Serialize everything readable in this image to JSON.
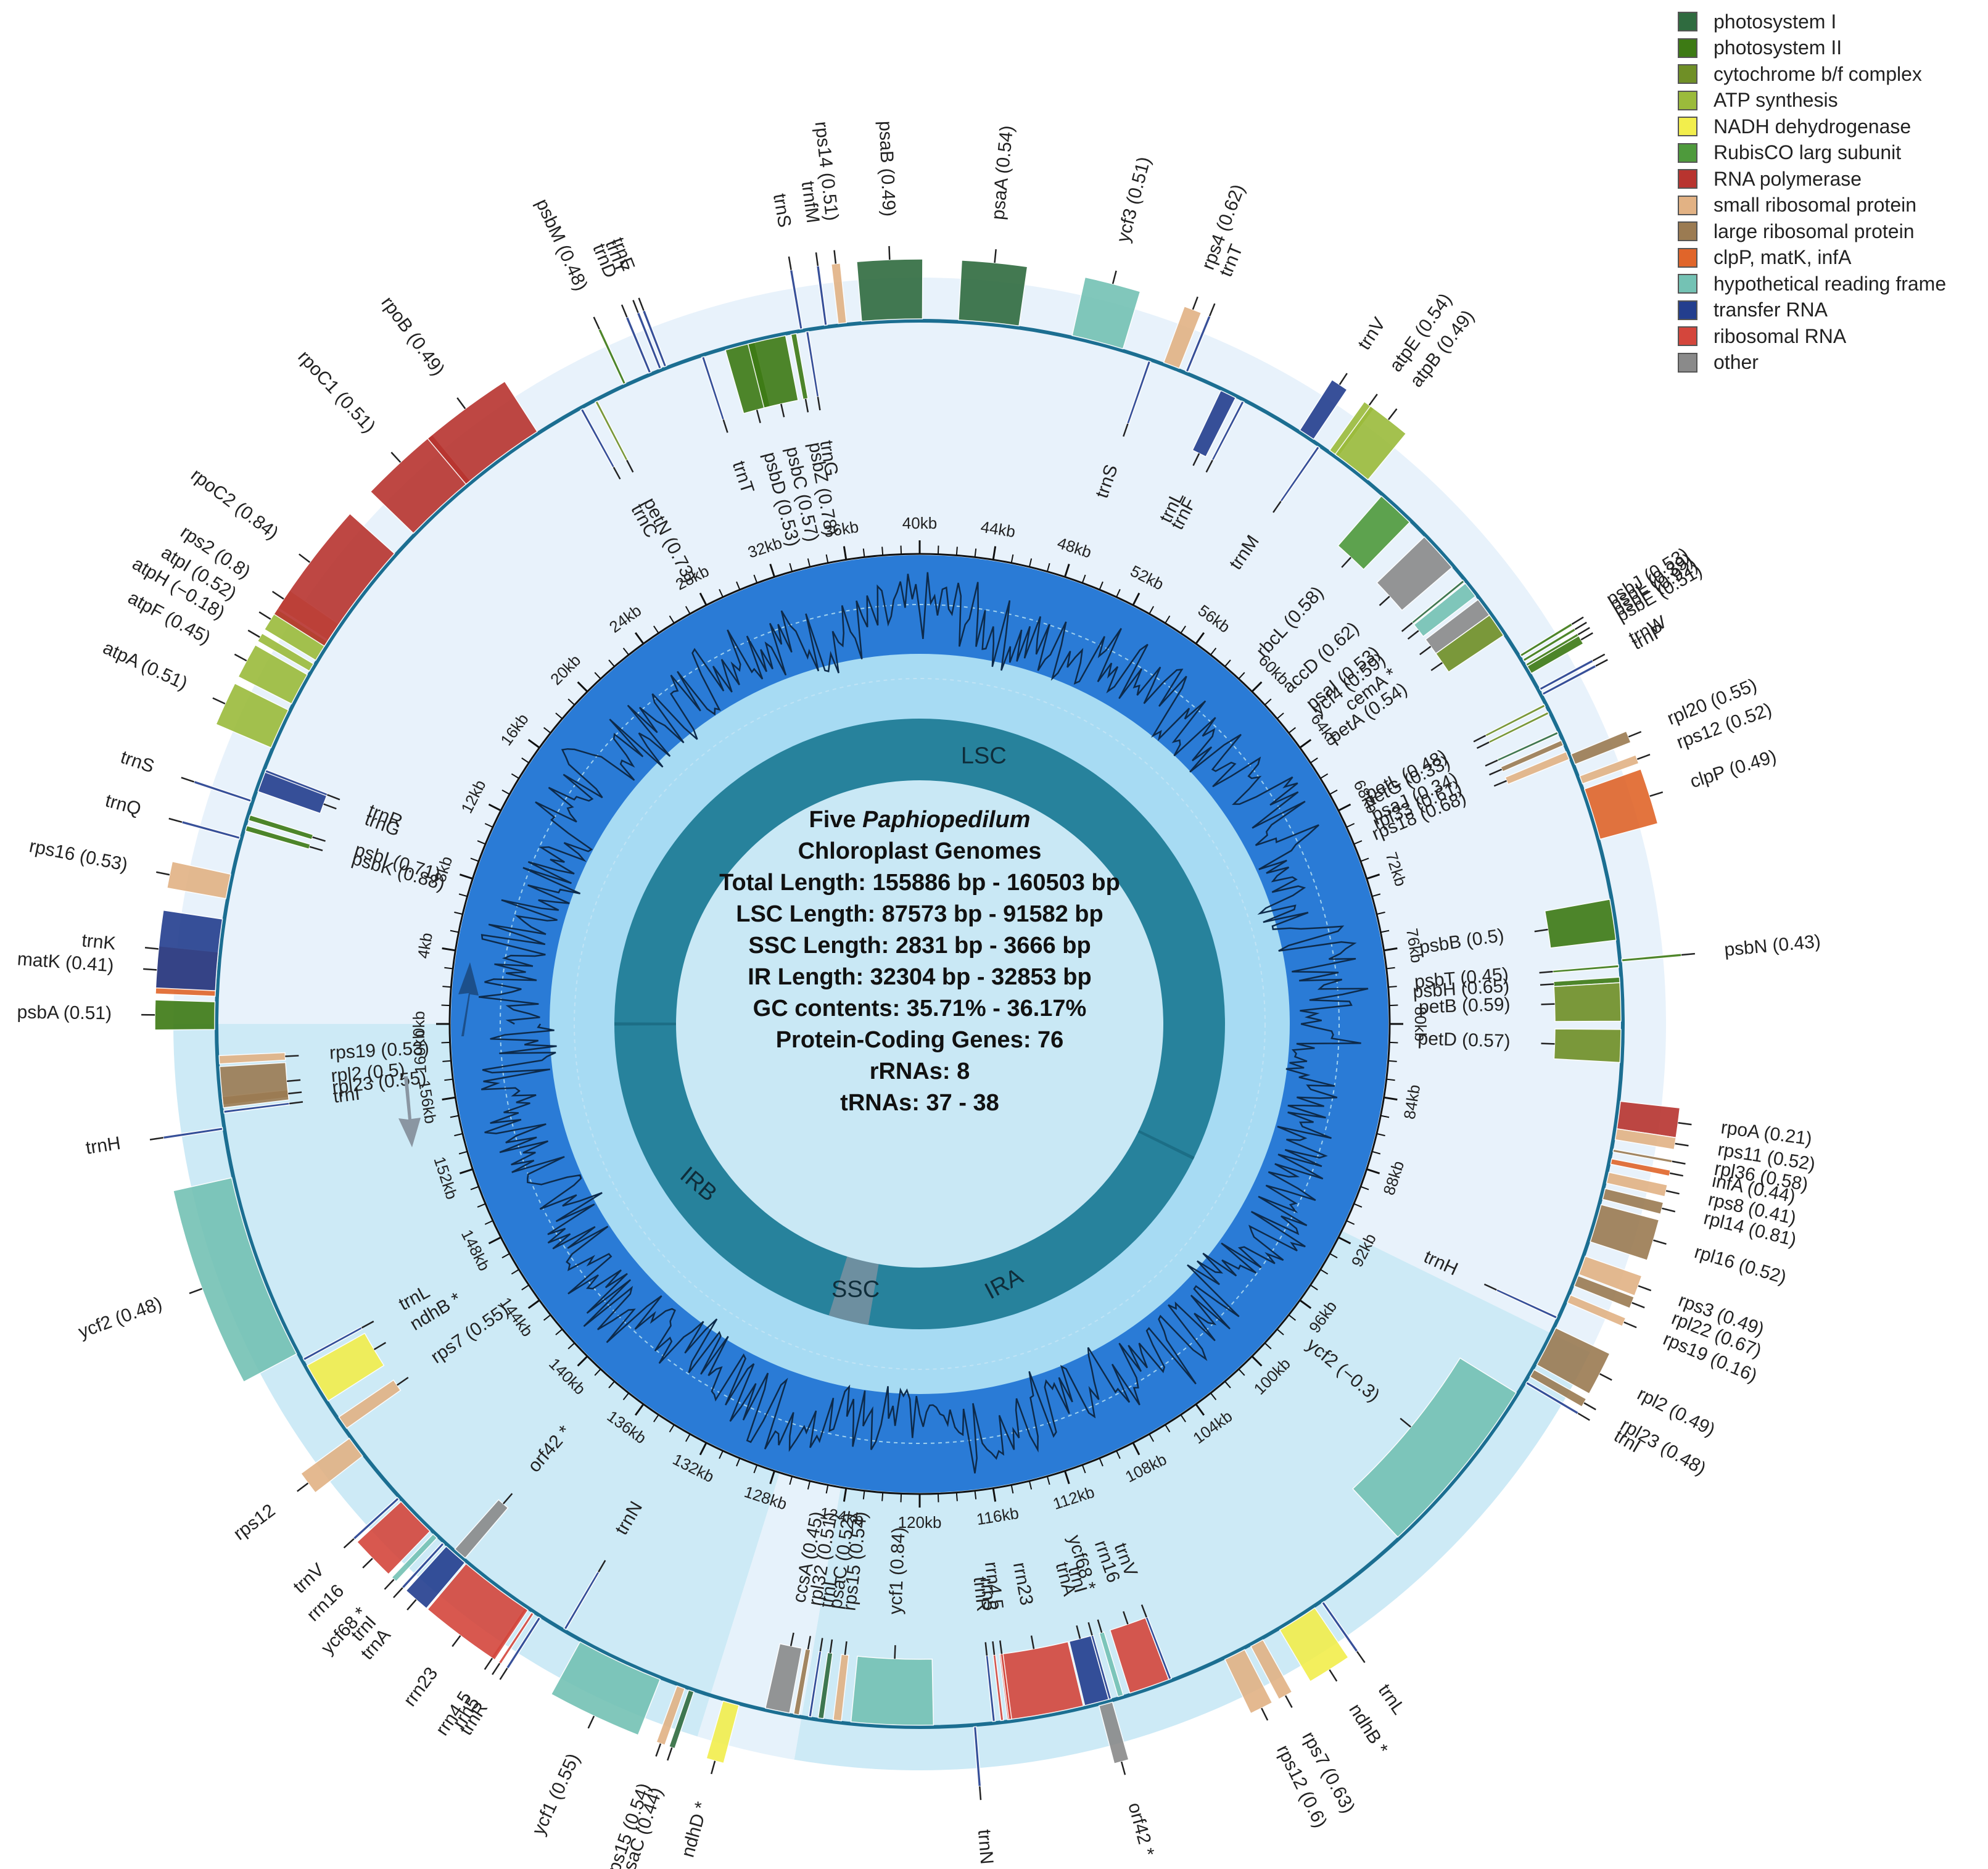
{
  "legend": [
    {
      "label": "photosystem I",
      "color": "#2f6b3f"
    },
    {
      "label": "photosystem II",
      "color": "#3d7a14"
    },
    {
      "label": "cytochrome b/f complex",
      "color": "#6f8f26"
    },
    {
      "label": "ATP synthesis",
      "color": "#9bbb3b"
    },
    {
      "label": "NADH dehydrogenase",
      "color": "#f2ee4c"
    },
    {
      "label": "RubisCO larg subunit",
      "color": "#4e9a3c"
    },
    {
      "label": "RNA polymerase",
      "color": "#b8342f"
    },
    {
      "label": "small ribosomal protein",
      "color": "#e2b284"
    },
    {
      "label": "large ribosomal protein",
      "color": "#9b7b52"
    },
    {
      "label": "clpP, matK, infA",
      "color": "#e0652a"
    },
    {
      "label": "hypothetical reading frame",
      "color": "#74c2b4"
    },
    {
      "label": "transfer RNA",
      "color": "#233e8e"
    },
    {
      "label": "ribosomal RNA",
      "color": "#d4463c"
    },
    {
      "label": "other",
      "color": "#8a8a8a"
    }
  ],
  "center": {
    "line1_prefix": "Five ",
    "line1_italic": "Paphiopedilum",
    "line2": "Chloroplast Genomes",
    "total_length": "Total Length: 155886 bp - 160503 bp",
    "lsc_length": "LSC Length: 87573 bp - 91582 bp",
    "ssc_length": "SSC Length: 2831 bp - 3666 bp",
    "ir_length": "IR Length: 32304 bp - 32853 bp",
    "gc": "GC contents: 35.71% - 36.17%",
    "pcg": "Protein-Coding Genes: 76",
    "rrna": "rRNAs: 8",
    "trna": "tRNAs: 37 - 38"
  },
  "regions": {
    "lsc": "LSC",
    "ssc": "SSC",
    "ira": "IRA",
    "irb": "IRB"
  },
  "genome_length_kb": 160,
  "region_spans_kb": {
    "lsc": [
      0,
      91.6
    ],
    "ira": [
      91.6,
      124.3
    ],
    "ssc": [
      124.3,
      127.7
    ],
    "irb": [
      127.7,
      160
    ]
  },
  "tick_labels": [
    "0kb",
    "4kb",
    "8kb",
    "12kb",
    "16kb",
    "20kb",
    "24kb",
    "28kb",
    "32kb",
    "36kb",
    "40kb",
    "44kb",
    "48kb",
    "52kb",
    "56kb",
    "60kb",
    "64kb",
    "68kb",
    "72kb",
    "76kb",
    "80kb",
    "84kb",
    "88kb",
    "92kb",
    "96kb",
    "100kb",
    "104kb",
    "108kb",
    "112kb",
    "116kb",
    "120kb",
    "124kb",
    "128kb",
    "132kb",
    "136kb",
    "140kb",
    "144kb",
    "148kb",
    "152kb",
    "156kb",
    "160kb"
  ],
  "genes": [
    {
      "label": "psbA (0.51)",
      "pos": 0.3,
      "len": 1.0,
      "strand": "out",
      "color": "#3d7a14"
    },
    {
      "label": "matK (0.41)",
      "pos": 1.8,
      "len": 1.6,
      "strand": "out",
      "color": "#e0652a"
    },
    {
      "label": "trnK",
      "pos": 2.5,
      "len": 2.6,
      "strand": "out",
      "color": "#233e8e"
    },
    {
      "label": "rps16 (0.53)",
      "pos": 5.0,
      "len": 0.9,
      "strand": "out",
      "color": "#e2b284"
    },
    {
      "label": "trnQ",
      "pos": 6.8,
      "len": 0.1,
      "strand": "out",
      "color": "#233e8e"
    },
    {
      "label": "psbK (0.88)",
      "pos": 7.2,
      "len": 0.2,
      "strand": "in",
      "color": "#3d7a14"
    },
    {
      "label": "psbI (0.71)",
      "pos": 7.6,
      "len": 0.2,
      "strand": "in",
      "color": "#3d7a14"
    },
    {
      "label": "trnS",
      "pos": 8.2,
      "len": 0.1,
      "strand": "out",
      "color": "#233e8e"
    },
    {
      "label": "trnG",
      "pos": 9.0,
      "len": 0.8,
      "strand": "in",
      "color": "#233e8e"
    },
    {
      "label": "trnR",
      "pos": 9.4,
      "len": 0.1,
      "strand": "in",
      "color": "#233e8e"
    },
    {
      "label": "atpA (0.51)",
      "pos": 11.0,
      "len": 1.5,
      "strand": "out",
      "color": "#9bbb3b"
    },
    {
      "label": "atpF (0.45)",
      "pos": 12.6,
      "len": 1.2,
      "strand": "out",
      "color": "#9bbb3b"
    },
    {
      "label": "atpH (−0.18)",
      "pos": 13.5,
      "len": 0.3,
      "strand": "out",
      "color": "#9bbb3b"
    },
    {
      "label": "atpI (0.52)",
      "pos": 14.2,
      "len": 0.8,
      "strand": "out",
      "color": "#9bbb3b"
    },
    {
      "label": "rps2 (0.8)",
      "pos": 15.0,
      "len": 0.7,
      "strand": "out",
      "color": "#e2b284"
    },
    {
      "label": "rpoC2 (0.84)",
      "pos": 16.5,
      "len": 4.2,
      "strand": "out",
      "color": "#b8342f"
    },
    {
      "label": "rpoC1 (0.51)",
      "pos": 21.0,
      "len": 2.8,
      "strand": "out",
      "color": "#b8342f"
    },
    {
      "label": "rpoB (0.49)",
      "pos": 23.8,
      "len": 3.2,
      "strand": "out",
      "color": "#b8342f"
    },
    {
      "label": "trnC",
      "pos": 27.2,
      "len": 0.1,
      "strand": "in",
      "color": "#233e8e"
    },
    {
      "label": "petN (0.73)",
      "pos": 27.8,
      "len": 0.1,
      "strand": "in",
      "color": "#6f8f26"
    },
    {
      "label": "psbM (0.48)",
      "pos": 29.0,
      "len": 0.1,
      "strand": "out",
      "color": "#3d7a14"
    },
    {
      "label": "trnD",
      "pos": 30.0,
      "len": 0.1,
      "strand": "out",
      "color": "#233e8e"
    },
    {
      "label": "trnY",
      "pos": 30.4,
      "len": 0.1,
      "strand": "out",
      "color": "#233e8e"
    },
    {
      "label": "trnE",
      "pos": 30.6,
      "len": 0.1,
      "strand": "out",
      "color": "#233e8e"
    },
    {
      "label": "trnT",
      "pos": 32.0,
      "len": 0.1,
      "strand": "in",
      "color": "#233e8e"
    },
    {
      "label": "psbD (0.53)",
      "pos": 33.4,
      "len": 1.1,
      "strand": "in",
      "color": "#3d7a14"
    },
    {
      "label": "psbC (0.57)",
      "pos": 34.4,
      "len": 1.4,
      "strand": "in",
      "color": "#3d7a14"
    },
    {
      "label": "trnS",
      "pos": 35.7,
      "len": 0.1,
      "strand": "out",
      "color": "#233e8e"
    },
    {
      "label": "psbZ (0.78)",
      "pos": 35.4,
      "len": 0.2,
      "strand": "in",
      "color": "#3d7a14"
    },
    {
      "label": "trnG",
      "pos": 35.9,
      "len": 0.1,
      "strand": "in",
      "color": "#233e8e"
    },
    {
      "label": "trnfM",
      "pos": 36.6,
      "len": 0.1,
      "strand": "out",
      "color": "#233e8e"
    },
    {
      "label": "rps14 (0.51)",
      "pos": 37.2,
      "len": 0.3,
      "strand": "out",
      "color": "#e2b284"
    },
    {
      "label": "psaB (0.49)",
      "pos": 39.0,
      "len": 2.2,
      "strand": "out",
      "color": "#2f6b3f"
    },
    {
      "label": "psaA (0.54)",
      "pos": 42.5,
      "len": 2.2,
      "strand": "out",
      "color": "#2f6b3f"
    },
    {
      "label": "ycf3 (0.51)",
      "pos": 46.5,
      "len": 1.9,
      "strand": "out",
      "color": "#74c2b4"
    },
    {
      "label": "trnS",
      "pos": 48.5,
      "len": 0.1,
      "strand": "in",
      "color": "#233e8e"
    },
    {
      "label": "rps4 (0.62)",
      "pos": 49.3,
      "len": 0.6,
      "strand": "out",
      "color": "#e2b284"
    },
    {
      "label": "trnT",
      "pos": 49.9,
      "len": 0.1,
      "strand": "out",
      "color": "#233e8e"
    },
    {
      "label": "trnL",
      "pos": 51.6,
      "len": 0.6,
      "strand": "in",
      "color": "#233e8e"
    },
    {
      "label": "trnF",
      "pos": 52.2,
      "len": 0.1,
      "strand": "in",
      "color": "#233e8e"
    },
    {
      "label": "trnV",
      "pos": 54.8,
      "len": 0.6,
      "strand": "out",
      "color": "#233e8e"
    },
    {
      "label": "trnM",
      "pos": 55.4,
      "len": 0.1,
      "strand": "in",
      "color": "#233e8e"
    },
    {
      "label": "atpE (0.54)",
      "pos": 56.0,
      "len": 0.4,
      "strand": "out",
      "color": "#9bbb3b"
    },
    {
      "label": "atpB (0.49)",
      "pos": 56.8,
      "len": 1.5,
      "strand": "out",
      "color": "#9bbb3b"
    },
    {
      "label": "rbcL (0.58)",
      "pos": 59.0,
      "len": 1.4,
      "strand": "in",
      "color": "#4e9a3c"
    },
    {
      "label": "accD (0.62)",
      "pos": 61.2,
      "len": 1.5,
      "strand": "in",
      "color": "#8a8a8a"
    },
    {
      "label": "psaI (0.53)",
      "pos": 62.6,
      "len": 0.1,
      "strand": "in",
      "color": "#2f6b3f"
    },
    {
      "label": "ycf4 (0.59)",
      "pos": 63.0,
      "len": 0.6,
      "strand": "in",
      "color": "#74c2b4"
    },
    {
      "label": "cemA *",
      "pos": 63.8,
      "len": 0.7,
      "strand": "in",
      "color": "#8a8a8a"
    },
    {
      "label": "petA (0.54)",
      "pos": 64.6,
      "len": 0.9,
      "strand": "in",
      "color": "#6f8f26"
    },
    {
      "label": "psbJ (0.53)",
      "pos": 66.0,
      "len": 0.1,
      "strand": "out",
      "color": "#3d7a14"
    },
    {
      "label": "psbL (0.39)",
      "pos": 66.2,
      "len": 0.1,
      "strand": "out",
      "color": "#3d7a14"
    },
    {
      "label": "psbF (0.92)",
      "pos": 66.4,
      "len": 0.1,
      "strand": "out",
      "color": "#3d7a14"
    },
    {
      "label": "psbE (0.51)",
      "pos": 66.6,
      "len": 0.3,
      "strand": "out",
      "color": "#3d7a14"
    },
    {
      "label": "trnW",
      "pos": 67.4,
      "len": 0.1,
      "strand": "out",
      "color": "#233e8e"
    },
    {
      "label": "trnP",
      "pos": 67.6,
      "len": 0.1,
      "strand": "out",
      "color": "#233e8e"
    },
    {
      "label": "petL (0.48)",
      "pos": 68.0,
      "len": 0.1,
      "strand": "in",
      "color": "#6f8f26"
    },
    {
      "label": "petG (0.33)",
      "pos": 68.3,
      "len": 0.1,
      "strand": "in",
      "color": "#6f8f26"
    },
    {
      "label": "psaJ (0.34)",
      "pos": 69.1,
      "len": 0.1,
      "strand": "in",
      "color": "#2f6b3f"
    },
    {
      "label": "rpl33 (0.61)",
      "pos": 69.5,
      "len": 0.2,
      "strand": "in",
      "color": "#9b7b52"
    },
    {
      "label": "rps18 (0.68)",
      "pos": 70.0,
      "len": 0.3,
      "strand": "in",
      "color": "#e2b284"
    },
    {
      "label": "rpl20 (0.55)",
      "pos": 70.2,
      "len": 0.4,
      "strand": "out",
      "color": "#9b7b52"
    },
    {
      "label": "rps12 (0.52)",
      "pos": 71.0,
      "len": 0.3,
      "strand": "out",
      "color": "#e2b284"
    },
    {
      "label": "clpP (0.49)",
      "pos": 72.3,
      "len": 1.9,
      "strand": "out",
      "color": "#e0652a"
    },
    {
      "label": "psbB (0.5)",
      "pos": 76.2,
      "len": 1.5,
      "strand": "in",
      "color": "#3d7a14"
    },
    {
      "label": "psbN (0.43)",
      "pos": 77.7,
      "len": 0.1,
      "strand": "out",
      "color": "#3d7a14"
    },
    {
      "label": "psbT (0.45)",
      "pos": 77.9,
      "len": 0.1,
      "strand": "in",
      "color": "#3d7a14"
    },
    {
      "label": "psbH (0.65)",
      "pos": 78.4,
      "len": 0.2,
      "strand": "in",
      "color": "#3d7a14"
    },
    {
      "label": "petB (0.59)",
      "pos": 79.2,
      "len": 1.4,
      "strand": "in",
      "color": "#6f8f26"
    },
    {
      "label": "petD (0.57)",
      "pos": 80.8,
      "len": 1.2,
      "strand": "in",
      "color": "#6f8f26"
    },
    {
      "label": "rpoA (0.21)",
      "pos": 83.3,
      "len": 1.0,
      "strand": "out",
      "color": "#b8342f"
    },
    {
      "label": "rps11 (0.52)",
      "pos": 84.0,
      "len": 0.4,
      "strand": "out",
      "color": "#e2b284"
    },
    {
      "label": "rpl36 (0.58)",
      "pos": 84.6,
      "len": 0.1,
      "strand": "out",
      "color": "#9b7b52"
    },
    {
      "label": "infA (0.44)",
      "pos": 85.0,
      "len": 0.2,
      "strand": "out",
      "color": "#e0652a"
    },
    {
      "label": "rps8 (0.41)",
      "pos": 85.6,
      "len": 0.4,
      "strand": "out",
      "color": "#e2b284"
    },
    {
      "label": "rpl14 (0.81)",
      "pos": 86.2,
      "len": 0.4,
      "strand": "out",
      "color": "#9b7b52"
    },
    {
      "label": "rpl16 (0.52)",
      "pos": 87.3,
      "len": 1.4,
      "strand": "out",
      "color": "#9b7b52"
    },
    {
      "label": "rps3 (0.49)",
      "pos": 88.9,
      "len": 0.7,
      "strand": "out",
      "color": "#e2b284"
    },
    {
      "label": "rpl22 (0.67)",
      "pos": 89.5,
      "len": 0.4,
      "strand": "out",
      "color": "#9b7b52"
    },
    {
      "label": "rps19 (0.16)",
      "pos": 90.2,
      "len": 0.3,
      "strand": "out",
      "color": "#e2b284"
    },
    {
      "label": "trnH",
      "pos": 91.0,
      "len": 0.1,
      "strand": "in",
      "color": "#233e8e"
    },
    {
      "label": "rpl2 (0.49)",
      "pos": 92.1,
      "len": 1.5,
      "strand": "out",
      "color": "#9b7b52"
    },
    {
      "label": "rpl23 (0.48)",
      "pos": 93.2,
      "len": 0.3,
      "strand": "out",
      "color": "#9b7b52"
    },
    {
      "label": "trnI",
      "pos": 93.6,
      "len": 0.1,
      "strand": "out",
      "color": "#233e8e"
    },
    {
      "label": "ycf2 (−0.3)",
      "pos": 97.5,
      "len": 6.8,
      "strand": "in",
      "color": "#74c2b4"
    },
    {
      "label": "trnL",
      "pos": 104.5,
      "len": 0.1,
      "strand": "out",
      "color": "#233e8e"
    },
    {
      "label": "ndhB *",
      "pos": 105.6,
      "len": 1.5,
      "strand": "out",
      "color": "#f2ee4c"
    },
    {
      "label": "rps7 (0.63)",
      "pos": 107.3,
      "len": 0.5,
      "strand": "out",
      "color": "#e2b284"
    },
    {
      "label": "rps12 (0.6)",
      "pos": 108.2,
      "len": 0.8,
      "strand": "out",
      "color": "#e2b284"
    },
    {
      "label": "trnV",
      "pos": 110.7,
      "len": 0.1,
      "strand": "in",
      "color": "#233e8e"
    },
    {
      "label": "rrn16",
      "pos": 111.5,
      "len": 1.5,
      "strand": "in",
      "color": "#d4463c"
    },
    {
      "label": "ycf68 *",
      "pos": 112.6,
      "len": 0.2,
      "strand": "in",
      "color": "#74c2b4"
    },
    {
      "label": "trnI",
      "pos": 113.0,
      "len": 0.1,
      "strand": "in",
      "color": "#233e8e"
    },
    {
      "label": "trnA",
      "pos": 113.5,
      "len": 0.9,
      "strand": "in",
      "color": "#233e8e"
    },
    {
      "label": "orf42 *",
      "pos": 113.2,
      "len": 0.5,
      "strand": "out",
      "color": "#8a8a8a"
    },
    {
      "label": "rrn23",
      "pos": 115.4,
      "len": 2.8,
      "strand": "in",
      "color": "#d4463c"
    },
    {
      "label": "rrn4.5",
      "pos": 116.7,
      "len": 0.1,
      "strand": "in",
      "color": "#d4463c"
    },
    {
      "label": "rrn5",
      "pos": 117.0,
      "len": 0.1,
      "strand": "in",
      "color": "#d4463c"
    },
    {
      "label": "trnR",
      "pos": 117.3,
      "len": 0.1,
      "strand": "in",
      "color": "#233e8e"
    },
    {
      "label": "trnN",
      "pos": 118.0,
      "len": 0.1,
      "strand": "out",
      "color": "#233e8e"
    },
    {
      "label": "ycf1 (0.84)",
      "pos": 121.0,
      "len": 3.0,
      "strand": "in",
      "color": "#74c2b4"
    },
    {
      "label": "rps15 (0.54)",
      "pos": 123.0,
      "len": 0.3,
      "strand": "in",
      "color": "#e2b284"
    },
    {
      "label": "psaC (0.52)",
      "pos": 123.6,
      "len": 0.2,
      "strand": "in",
      "color": "#2f6b3f"
    },
    {
      "label": "trnL",
      "pos": 124.0,
      "len": 0.1,
      "strand": "in",
      "color": "#233e8e"
    },
    {
      "label": "rpl32 (0.51)",
      "pos": 124.5,
      "len": 0.2,
      "strand": "in",
      "color": "#9b7b52"
    },
    {
      "label": "ccsA (0.45)",
      "pos": 125.2,
      "len": 0.9,
      "strand": "in",
      "color": "#8a8a8a"
    },
    {
      "label": "ndhD *",
      "pos": 126.9,
      "len": 0.6,
      "strand": "out",
      "color": "#f2ee4c"
    },
    {
      "label": "psaC (0.44)",
      "pos": 128.4,
      "len": 0.2,
      "strand": "out",
      "color": "#2f6b3f"
    },
    {
      "label": "rps15 (0.54)",
      "pos": 128.8,
      "len": 0.3,
      "strand": "out",
      "color": "#e2b284"
    },
    {
      "label": "ycf1 (0.55)",
      "pos": 131.2,
      "len": 3.2,
      "strand": "out",
      "color": "#74c2b4"
    },
    {
      "label": "trnN",
      "pos": 133.5,
      "len": 0.1,
      "strand": "in",
      "color": "#233e8e"
    },
    {
      "label": "trnR",
      "pos": 134.5,
      "len": 0.1,
      "strand": "out",
      "color": "#233e8e"
    },
    {
      "label": "rrn5",
      "pos": 134.8,
      "len": 0.1,
      "strand": "out",
      "color": "#d4463c"
    },
    {
      "label": "rrn4.5",
      "pos": 135.1,
      "len": 0.1,
      "strand": "out",
      "color": "#d4463c"
    },
    {
      "label": "rrn23",
      "pos": 136.4,
      "len": 2.8,
      "strand": "out",
      "color": "#d4463c"
    },
    {
      "label": "orf42 *",
      "pos": 138.2,
      "len": 0.5,
      "strand": "in",
      "color": "#8a8a8a"
    },
    {
      "label": "trnA",
      "pos": 138.3,
      "len": 0.9,
      "strand": "out",
      "color": "#233e8e"
    },
    {
      "label": "trnI",
      "pos": 138.9,
      "len": 0.1,
      "strand": "out",
      "color": "#233e8e"
    },
    {
      "label": "ycf68 *",
      "pos": 139.3,
      "len": 0.2,
      "strand": "out",
      "color": "#74c2b4"
    },
    {
      "label": "rrn16",
      "pos": 140.3,
      "len": 1.5,
      "strand": "out",
      "color": "#d4463c"
    },
    {
      "label": "trnV",
      "pos": 141.2,
      "len": 0.1,
      "strand": "out",
      "color": "#233e8e"
    },
    {
      "label": "rps12",
      "pos": 143.6,
      "len": 0.8,
      "strand": "out",
      "color": "#e2b284"
    },
    {
      "label": "rps7 (0.55)",
      "pos": 144.6,
      "len": 0.5,
      "strand": "in",
      "color": "#e2b284"
    },
    {
      "label": "ndhB *",
      "pos": 146.3,
      "len": 1.5,
      "strand": "in",
      "color": "#f2ee4c"
    },
    {
      "label": "trnL",
      "pos": 147.3,
      "len": 0.1,
      "strand": "in",
      "color": "#233e8e"
    },
    {
      "label": "ycf2 (0.48)",
      "pos": 151.0,
      "len": 6.8,
      "strand": "out",
      "color": "#74c2b4"
    },
    {
      "label": "trnH",
      "pos": 156.2,
      "len": 0.1,
      "strand": "out",
      "color": "#233e8e"
    },
    {
      "label": "trnI",
      "pos": 156.8,
      "len": 0.1,
      "strand": "in",
      "color": "#233e8e"
    },
    {
      "label": "rpl23 (0.55)",
      "pos": 157.2,
      "len": 0.3,
      "strand": "in",
      "color": "#9b7b52"
    },
    {
      "label": "rpl2 (0.5)",
      "pos": 157.7,
      "len": 1.5,
      "strand": "in",
      "color": "#9b7b52"
    },
    {
      "label": "rps19 (0.53)",
      "pos": 158.7,
      "len": 0.3,
      "strand": "in",
      "color": "#e2b284"
    }
  ],
  "colors": {
    "gc_dark": "#2a7bd6",
    "gc_light": "#a7dbf3",
    "region_ring": "#27829c",
    "center_fill": "#c9e8f5",
    "ir_band": "#cdeaf6",
    "lsc_band": "#e8f2fb",
    "ring_line": "#1b6e91"
  }
}
